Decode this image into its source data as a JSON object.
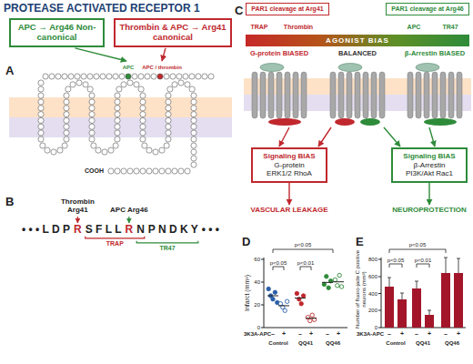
{
  "diagram": {
    "title": "PROTEASE ACTIVATED RECEPTOR 1",
    "nodes": [
      {
        "text": [
          "APC → Arg46 Non-canonical"
        ]
      },
      {
        "text": [
          "Thrombin & APC → Arg41 canonical"
        ]
      },
      {
        "text": [
          "PAR1 cleavage at Arg41"
        ]
      },
      {
        "text": [
          "PAR1 cleavage at Arg46"
        ]
      },
      {
        "text": [
          "AGONIST BIAS"
        ]
      },
      {
        "text": [
          "G-protein BIASED"
        ]
      },
      {
        "text": [
          "BALANCED"
        ]
      },
      {
        "text": [
          "β-Arrestin BIASED"
        ]
      },
      {
        "text": [
          "Signaling BIAS",
          "G-protein ERK1/2 RhoA"
        ]
      },
      {
        "text": [
          "Signaling BIAS",
          "β-Arrestin PI3K/Akt Rac1"
        ]
      },
      {
        "text": [
          "VASCULAR LEAKAGE"
        ]
      },
      {
        "text": [
          "NEUROPROTECTION"
        ]
      }
    ],
    "edges": [
      {
        "from": 5,
        "to": 8,
        "arrow": "to"
      },
      {
        "from": 6,
        "to": 8,
        "arrow": "to"
      },
      {
        "from": 6,
        "to": 9,
        "arrow": "to"
      },
      {
        "from": 7,
        "to": 9,
        "arrow": "to"
      },
      {
        "from": 8,
        "to": 10,
        "arrow": "to"
      },
      {
        "from": 9,
        "to": 11,
        "arrow": "to"
      }
    ],
    "labels": [
      "A",
      "B",
      "C",
      "D",
      "E",
      "APC",
      "APC / thrombin",
      "COOH",
      "Thrombin Arg41",
      "APC Arg46",
      "• • • L D P",
      "R",
      "S F L L",
      "R",
      "N",
      "P N D K Y",
      "• • •",
      "TRAP",
      "TR47",
      "TRAP",
      "Thrombin",
      "APC",
      "TR47",
      "Infarct (mm³)",
      "0",
      "20",
      "40",
      "60",
      "p<0.05",
      "p<0.05",
      "p<0.01",
      "3K3A-APC",
      "–",
      "+",
      "–",
      "+",
      "–",
      "+",
      "Control",
      "QQ41",
      "QQ46",
      "Number of fluoro-jade C positive neurons (mm³)",
      "0",
      "200",
      "400",
      "600",
      "800",
      "p<0.05",
      "p<0.05",
      "p<0.01",
      "3K3A-APC",
      "–",
      "+",
      "–",
      "+",
      "–",
      "+",
      "Control",
      "QQ41",
      "QQ46"
    ]
  }
}
